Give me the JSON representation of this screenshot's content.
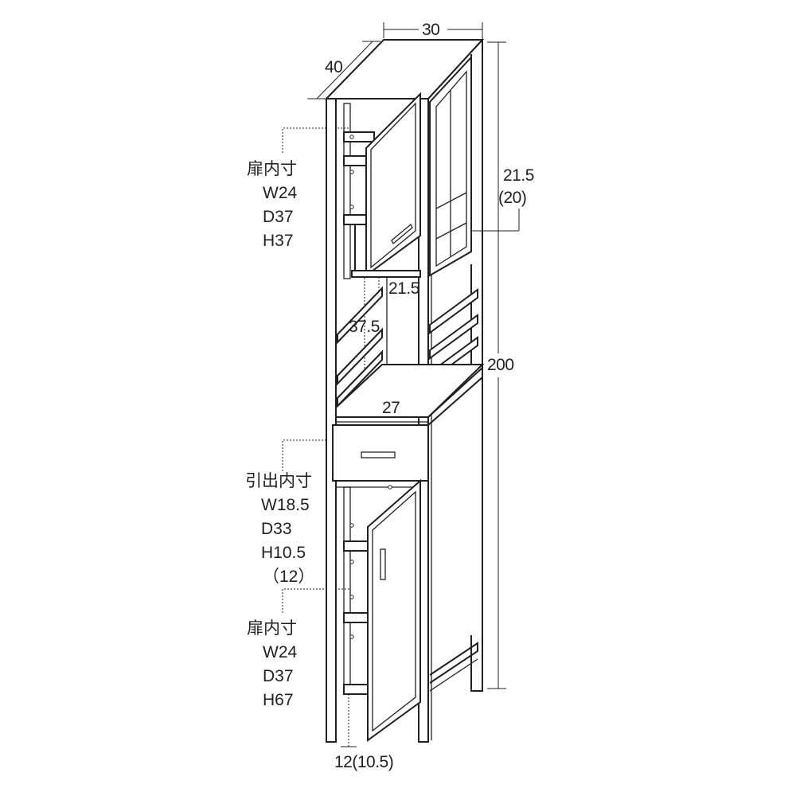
{
  "dimensions": {
    "width": "30",
    "depth": "40",
    "height": "200",
    "upper_right_height": "21.5",
    "upper_right_height_alt": "(20)",
    "upper_inner_width": "21.5",
    "open_shelf_height": "37.5",
    "shelf_width": "27",
    "bottom_clearance": "12(10.5)"
  },
  "upper_cabinet": {
    "title": "扉内寸",
    "width": "W24",
    "depth": "D37",
    "height": "H37"
  },
  "drawer": {
    "title": "引出内寸",
    "width": "W18.5",
    "depth": "D33",
    "height": "H10.5",
    "height_alt": "（12）"
  },
  "lower_cabinet": {
    "title": "扉内寸",
    "width": "W24",
    "depth": "D37",
    "height": "H67"
  }
}
